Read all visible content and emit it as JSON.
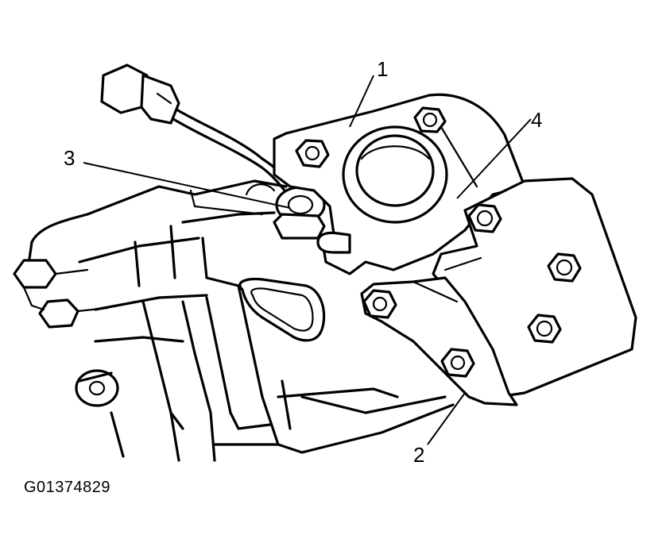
{
  "figure": {
    "id_label": "G01374829",
    "colors": {
      "ink": "#000000",
      "paper": "#ffffff"
    }
  },
  "callouts": [
    {
      "key": "c1",
      "label": "1"
    },
    {
      "key": "c2",
      "label": "2"
    },
    {
      "key": "c3",
      "label": "3"
    },
    {
      "key": "c4",
      "label": "4"
    }
  ]
}
